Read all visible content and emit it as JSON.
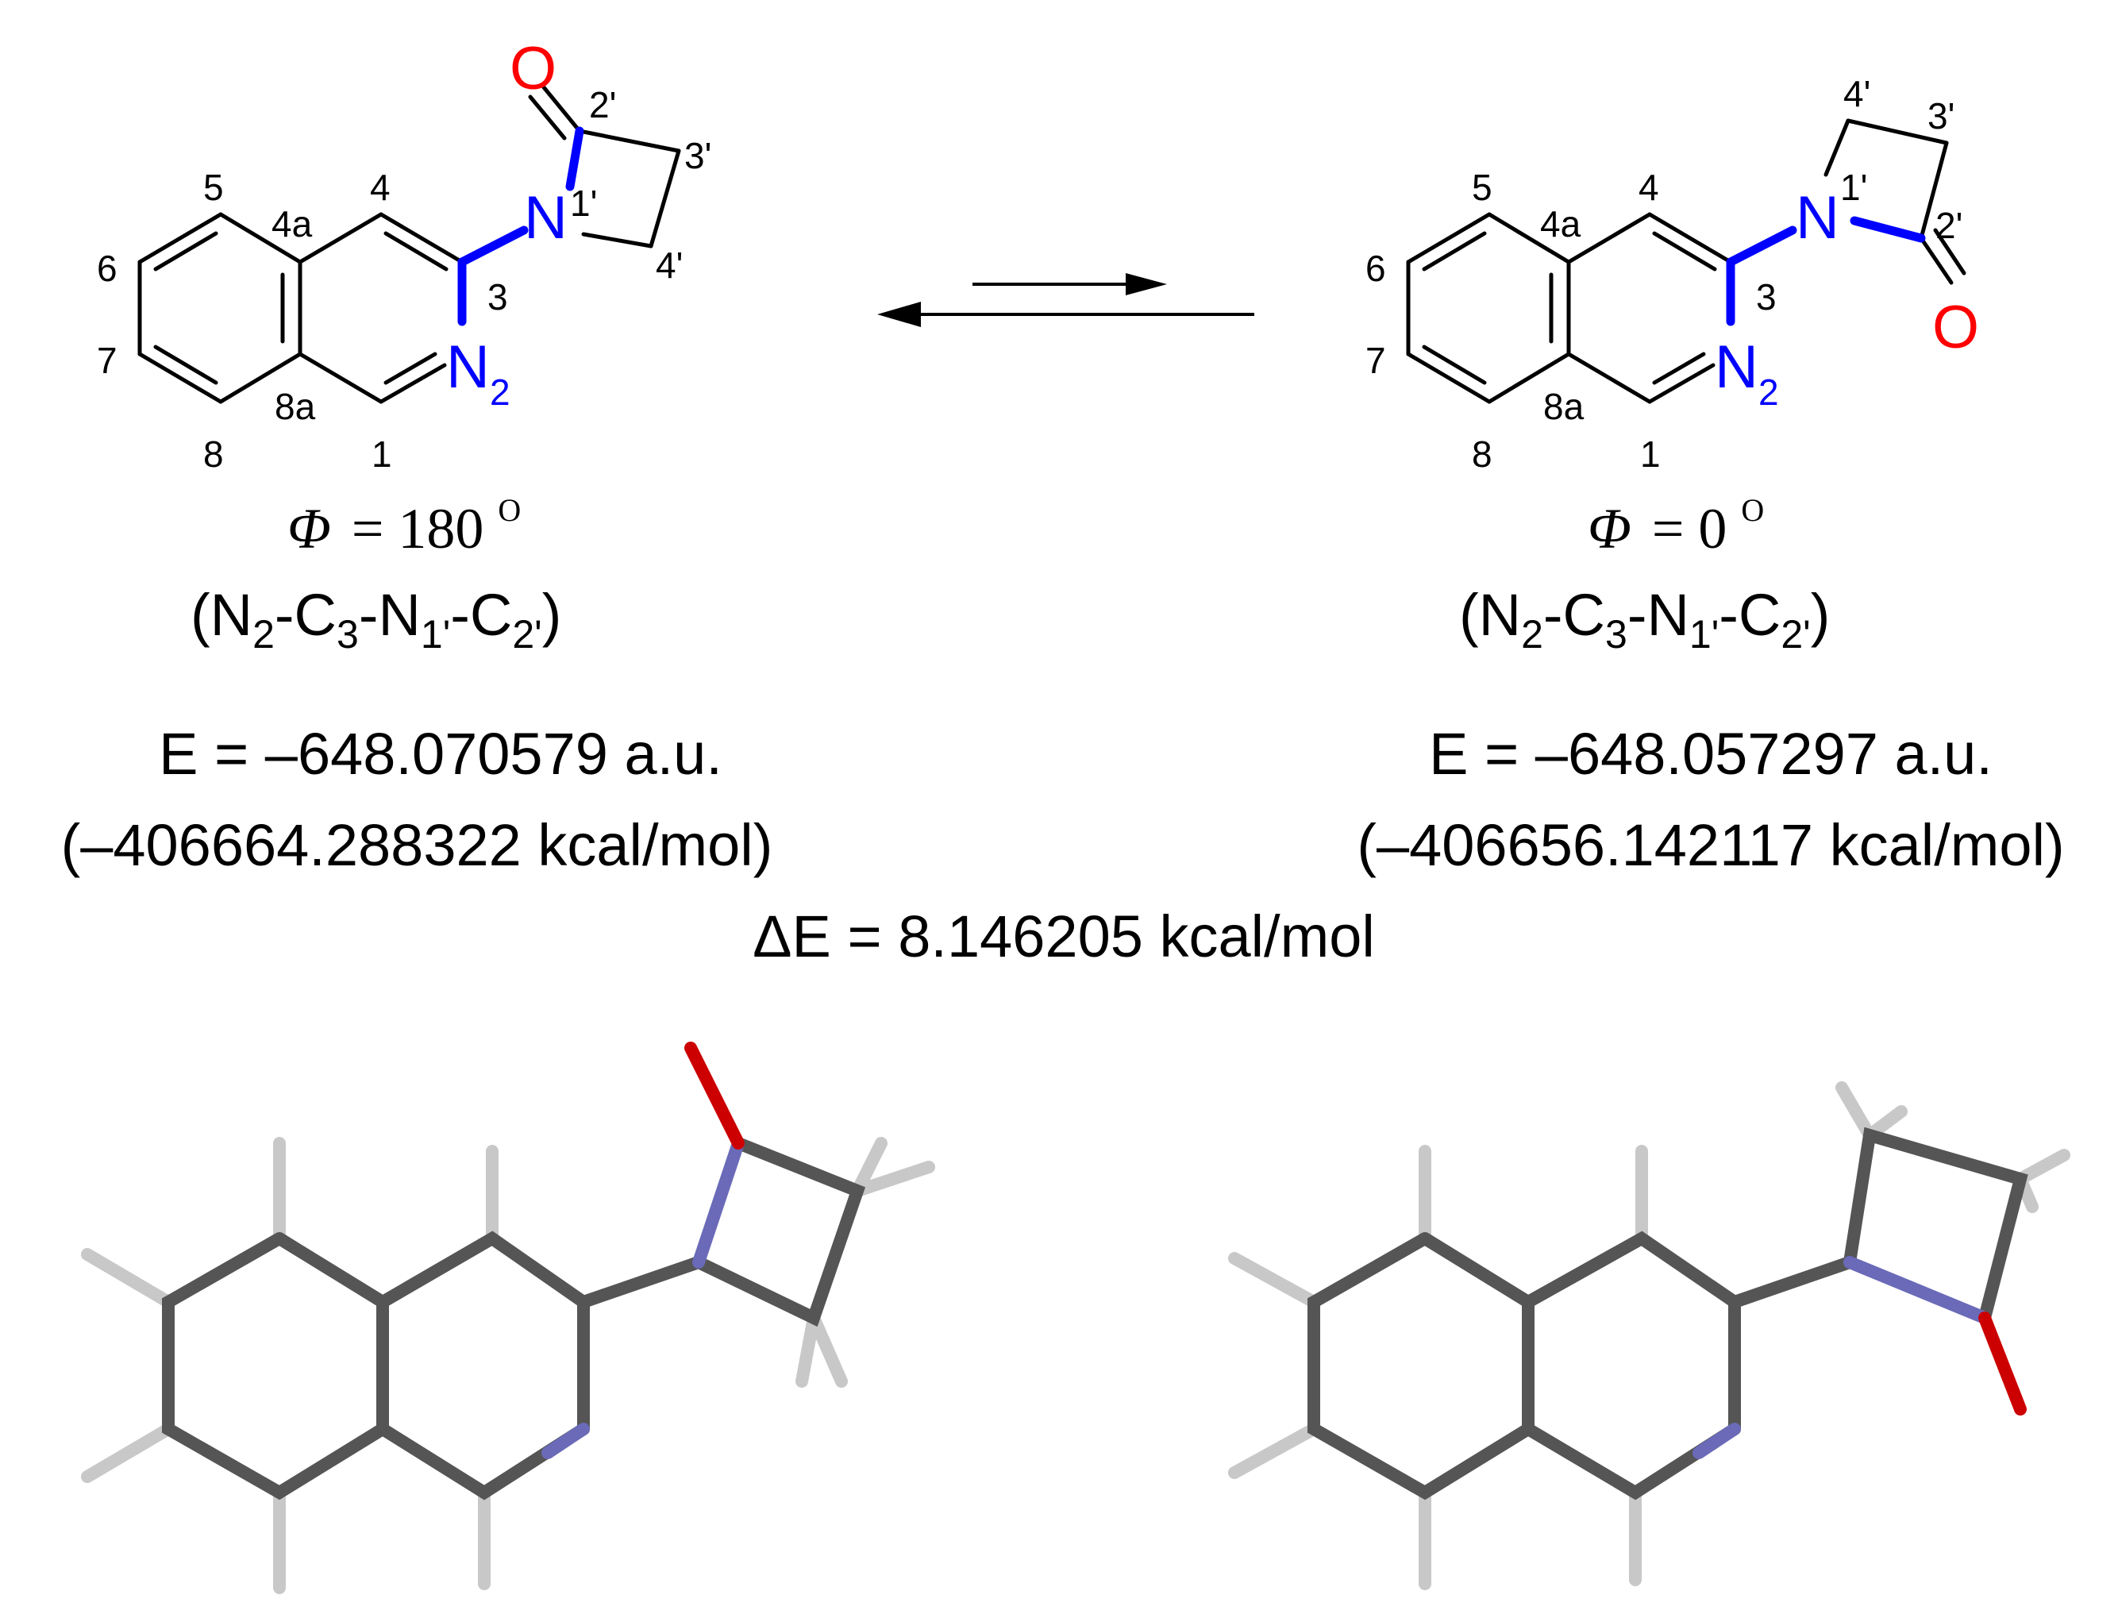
{
  "left": {
    "atoms": {
      "O": "O",
      "N1": "N",
      "N2": "N",
      "N2_sub": "2"
    },
    "numbers": {
      "n5": "5",
      "n4a": "4a",
      "n4": "4",
      "n6": "6",
      "n7": "7",
      "n8": "8",
      "n8a": "8a",
      "n1": "1",
      "n3": "3",
      "n1p": "1'",
      "n2p": "2'",
      "n3p": "3'",
      "n4p": "4'"
    },
    "phi_symbol": "Φ",
    "phi_value": "= 180",
    "phi_degree": "O",
    "dihedral": {
      "open": "(N",
      "s1": "2",
      "m1": "-C",
      "s2": "3",
      "m2": "-N",
      "s3": "1'",
      "m3": "-C",
      "s4": "2'",
      "close": ")"
    },
    "energy_au": "E = –648.070579 a.u.",
    "energy_kcal": "(–406664.288322 kcal/mol)"
  },
  "right": {
    "atoms": {
      "O": "O",
      "N1": "N",
      "N2": "N",
      "N2_sub": "2"
    },
    "numbers": {
      "n5": "5",
      "n4a": "4a",
      "n4": "4",
      "n6": "6",
      "n7": "7",
      "n8": "8",
      "n8a": "8a",
      "n1": "1",
      "n3": "3",
      "n1p": "1'",
      "n2p": "2'",
      "n3p": "3'",
      "n4p": "4'"
    },
    "phi_symbol": "Φ",
    "phi_value": "= 0",
    "phi_degree": "O",
    "dihedral": {
      "open": "(N",
      "s1": "2",
      "m1": "-C",
      "s2": "3",
      "m2": "-N",
      "s3": "1'",
      "m3": "-C",
      "s4": "2'",
      "close": ")"
    },
    "energy_au": "E = –648.057297 a.u.",
    "energy_kcal": "(–406656.142117 kcal/mol)"
  },
  "delta_e": "ΔE = 8.146205 kcal/mol",
  "colors": {
    "bond": "#000000",
    "nitrogen": "#0000ff",
    "oxygen": "#ff0000",
    "model_carbon": "#555555",
    "model_nitrogen": "#6a6ab8",
    "model_oxygen": "#cc0000",
    "model_hydrogen": "#c8c8c8"
  }
}
